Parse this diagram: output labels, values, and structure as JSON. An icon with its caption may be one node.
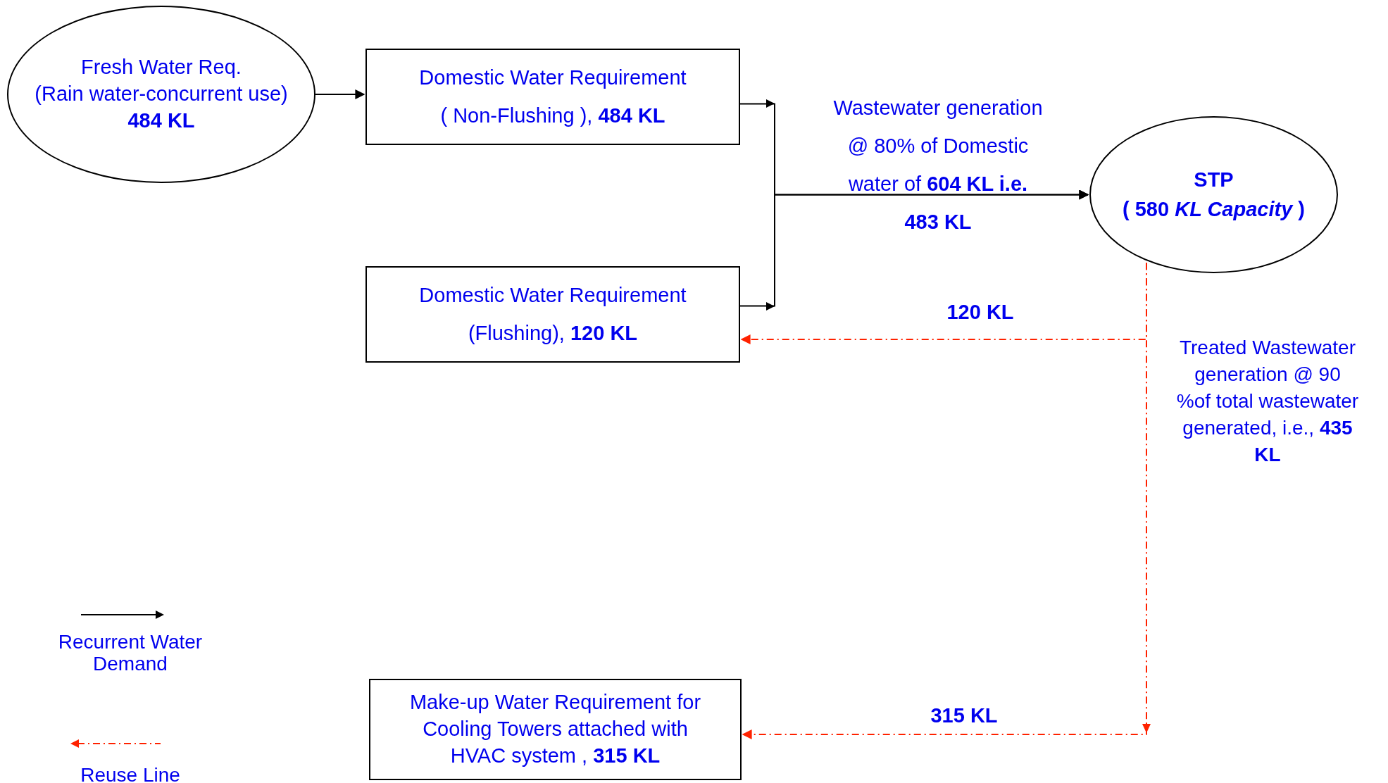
{
  "diagram": {
    "nodes": [
      {
        "text": [
          "Fresh Water Req.",
          "(Rain water-concurrent use)",
          "484 KL"
        ]
      },
      {
        "text": [
          "Domestic Water Requirement",
          "( Non-Flushing ), **484 KL**"
        ]
      },
      {
        "text": [
          "Domestic Water Requirement",
          "(Flushing), **120 KL**"
        ]
      },
      {
        "text": [
          "STP",
          "( 580 *KL Capacity* )"
        ]
      },
      {
        "text": [
          "Make-up Water Requirement for Cooling Towers attached with HVAC system , **315 KL**"
        ]
      }
    ],
    "edges": [
      {
        "from": 0,
        "to": 1,
        "arrow": "to"
      },
      {
        "from": 1,
        "to": 3,
        "arrow": "to",
        "label": "Wastewater generation @ 80% of Domestic water of **604 KL i.e.** **483 KL**"
      },
      {
        "from": 2,
        "to": 3,
        "arrow": "to"
      },
      {
        "from": 3,
        "to": 2,
        "arrow": "to",
        "label": "120 KL",
        "style": "dashed",
        "color": "#ff2200"
      },
      {
        "from": 3,
        "to": 4,
        "arrow": "to",
        "label": "315 KL",
        "style": "dashed",
        "color": "#ff2200"
      }
    ],
    "labels": [
      "Treated Wastewater generation @ 90 %of total wastewater generated, i.e., **435 KL**"
    ],
    "legend": [
      {
        "text": "Recurrent Water Demand"
      },
      {
        "text": "Reuse Line"
      }
    ]
  }
}
